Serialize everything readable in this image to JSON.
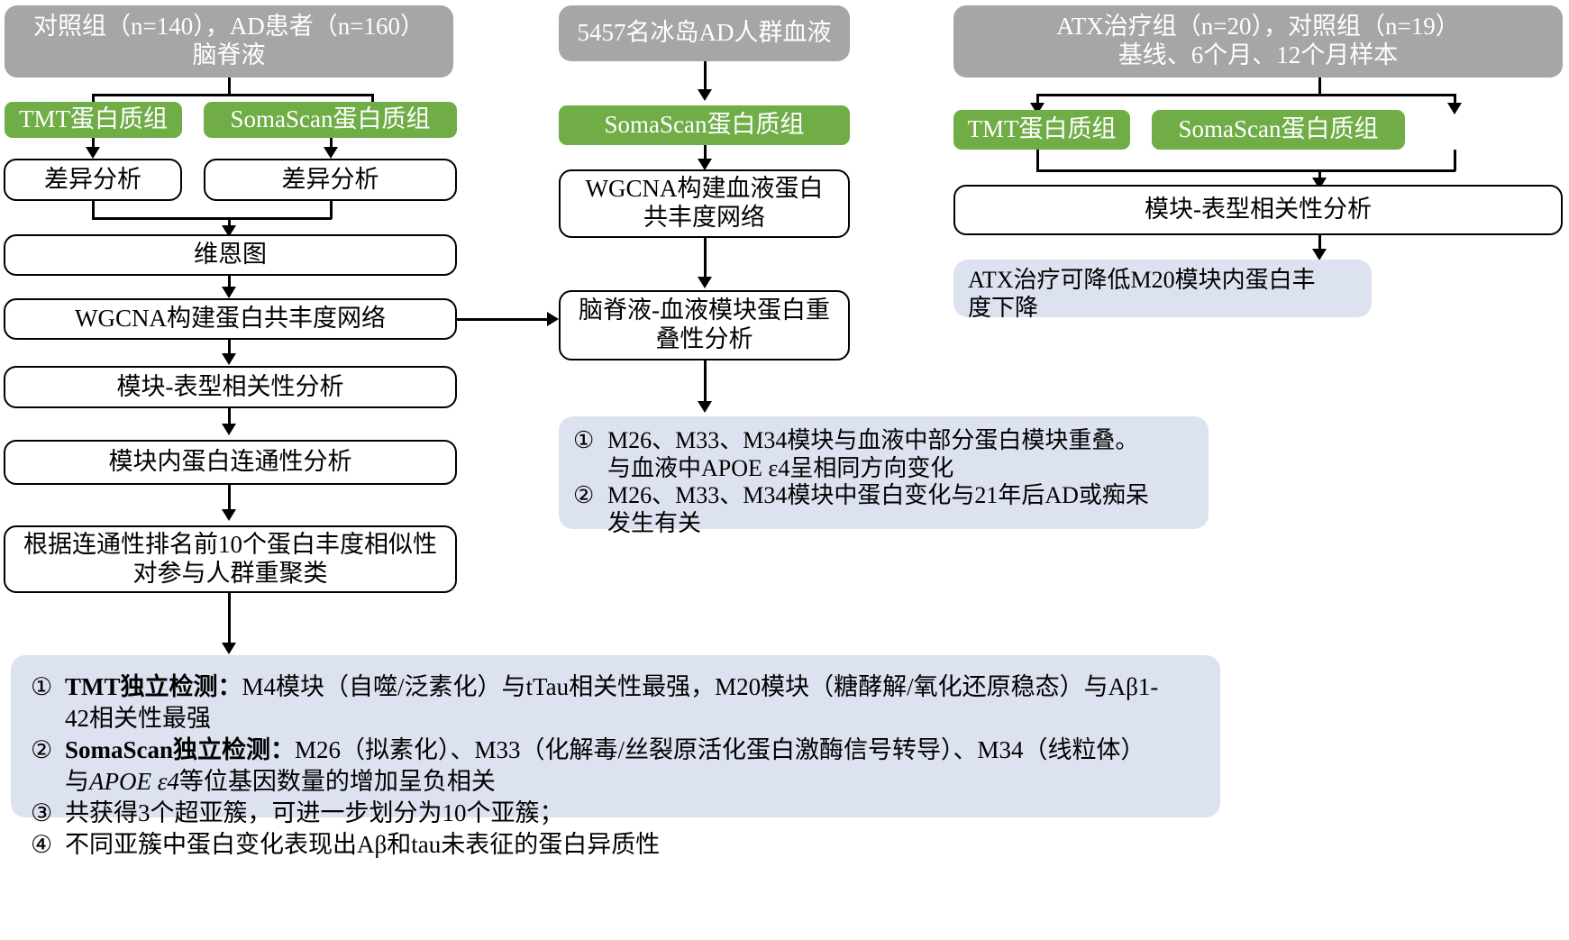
{
  "colors": {
    "grey_box": "#a6a6a6",
    "green_box": "#70ad47",
    "blue_box": "#dde2f0",
    "outline": "#000000",
    "white_box": "#ffffff"
  },
  "left_column": {
    "source": {
      "line1": "对照组（n=140），AD患者（n=160）",
      "line2": "脑脊液"
    },
    "assay_tmt": "TMT蛋白质组",
    "assay_somascan": "SomaScan蛋白质组",
    "diff_tmt": "差异分析",
    "diff_somascan": "差异分析",
    "venn": "维恩图",
    "wgcna": "WGCNA构建蛋白共丰度网络",
    "module_pheno": "模块-表型相关性分析",
    "connectivity": "模块内蛋白连通性分析",
    "recluster": {
      "line1": "根据连通性排名前10个蛋白丰度相似性",
      "line2": "对参与人群重聚类"
    }
  },
  "middle_column": {
    "source": "5457名冰岛AD人群血液",
    "assay_somascan": "SomaScan蛋白质组",
    "wgcna": {
      "line1": "WGCNA构建血液蛋白",
      "line2": "共丰度网络"
    },
    "overlap": {
      "line1": "脑脊液-血液模块蛋白重",
      "line2": "叠性分析"
    },
    "findings": [
      {
        "marker": "①",
        "line1": "M26、M33、M34模块与血液中部分蛋白模块重叠。",
        "line2": "与血液中APOE ε4呈相同方向变化"
      },
      {
        "marker": "②",
        "line1": "M26、M33、M34模块中蛋白变化与21年后AD或痴呆",
        "line2": "发生有关"
      }
    ]
  },
  "right_column": {
    "source": {
      "line1": "ATX治疗组（n=20），对照组（n=19）",
      "line2": "基线、6个月、12个月样本"
    },
    "assay_tmt": "TMT蛋白质组",
    "assay_somascan": "SomaScan蛋白质组",
    "module_pheno": "模块-表型相关性分析",
    "conclusion": {
      "line1": "ATX治疗可降低M20模块内蛋白丰",
      "line2": "度下降"
    }
  },
  "bottom_summary": {
    "items": [
      {
        "marker": "①",
        "bold_lead": "TMT独立检测：",
        "line1_rest": "M4模块（自噬/泛素化）与tTau相关性最强，M20模块（糖酵解/氧化还原稳态）与Aβ1-",
        "line2": "42相关性最强"
      },
      {
        "marker": "②",
        "bold_lead": "SomaScan独立检测：",
        "line1_rest": "M26（拟素化）、M33（化解毒/丝裂原活化蛋白激酶信号转导）、M34（线粒体）",
        "line2_pre": "与",
        "line2_italic": "APOE ε4",
        "line2_post": "等位基因数量的增加呈负相关"
      },
      {
        "marker": "③",
        "line1": "共获得3个超亚簇，可进一步划分为10个亚簇；"
      },
      {
        "marker": "④",
        "line1": "不同亚簇中蛋白变化表现出Aβ和tau未表征的蛋白异质性"
      }
    ]
  }
}
